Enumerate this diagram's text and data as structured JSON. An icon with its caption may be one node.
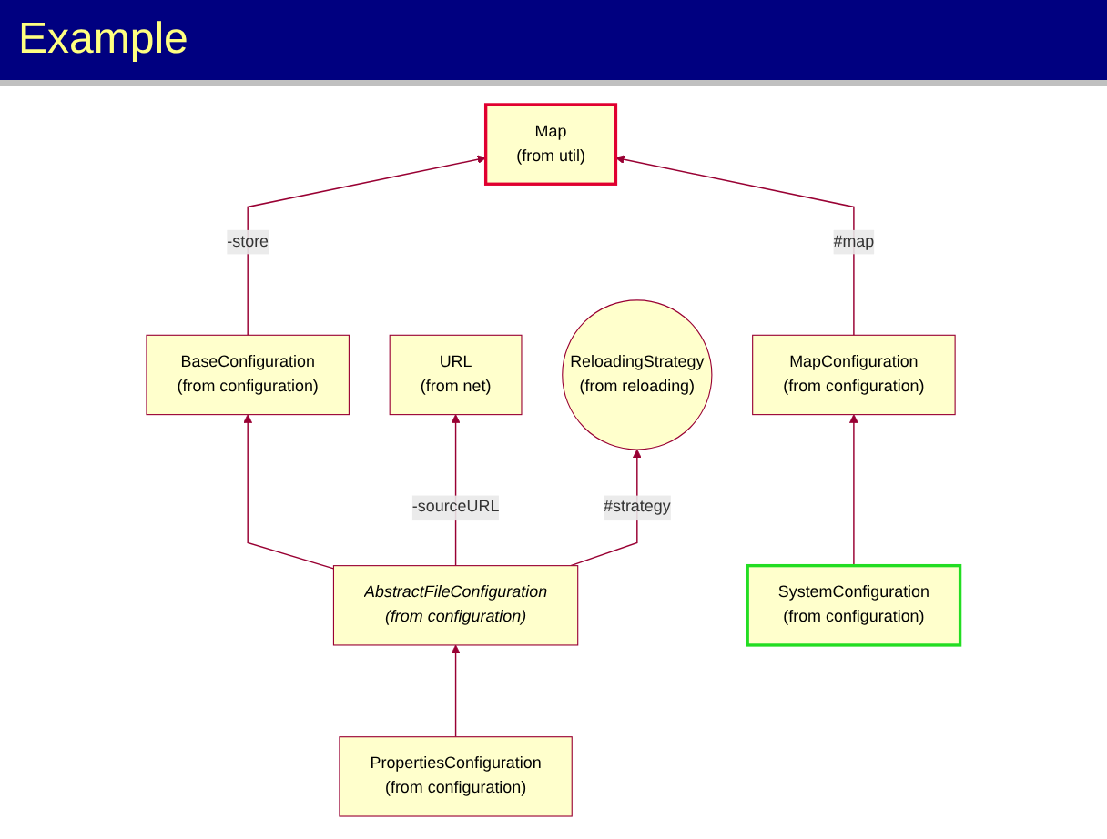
{
  "diagram": {
    "title": "Example",
    "nodes": [
      {
        "text": [
          "BaseConfiguration",
          "(from configuration)"
        ]
      },
      {
        "text": [
          "Map",
          "(from util)"
        ]
      },
      {
        "text": [
          "AbstractFileConfiguration",
          "(from configuration)"
        ]
      },
      {
        "text": [
          "URL",
          "(from net)"
        ]
      },
      {
        "text": [
          "MapConfiguration",
          "(from configuration)"
        ]
      },
      {
        "text": [
          "ReloadingStrategy",
          "(from reloading)"
        ]
      },
      {
        "text": [
          "PropertiesConfiguration",
          "(from configuration)"
        ]
      },
      {
        "text": [
          "SystemConfiguration",
          "(from configuration)"
        ]
      }
    ],
    "edges": [
      {
        "from": 0,
        "to": 1,
        "arrow": "to",
        "label": "-store"
      },
      {
        "from": 2,
        "to": 0,
        "arrow": "to"
      },
      {
        "from": 2,
        "to": 3,
        "arrow": "to",
        "label": "-sourceURL"
      },
      {
        "from": 4,
        "to": 1,
        "arrow": "to",
        "label": "#map"
      },
      {
        "from": 7,
        "to": 4,
        "arrow": "to"
      },
      {
        "from": 2,
        "to": 5,
        "arrow": "to",
        "label": "#strategy"
      },
      {
        "from": 6,
        "to": 2,
        "arrow": "to"
      }
    ]
  }
}
